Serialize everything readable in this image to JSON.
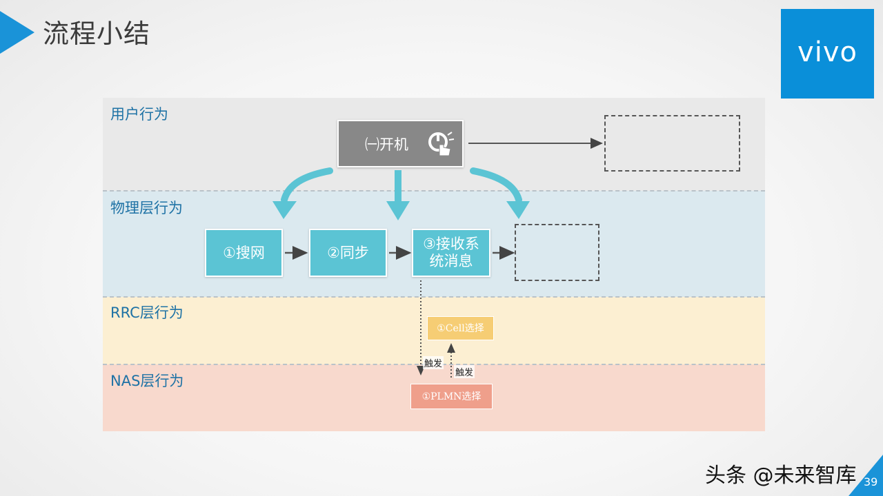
{
  "slide": {
    "title": "流程小结",
    "page_number": "39"
  },
  "logo": {
    "text": "vivo"
  },
  "bands": {
    "user": "用户行为",
    "physical": "物理层行为",
    "rrc": "RRC层行为",
    "nas": "NAS层行为"
  },
  "user_action": {
    "label": "㈠开机",
    "icon": "power-touch-icon"
  },
  "physical_steps": [
    {
      "label": "①搜网"
    },
    {
      "label": "②同步"
    },
    {
      "label": "③接收系统消息"
    }
  ],
  "rrc_step": {
    "label": "①Cell选择"
  },
  "nas_step": {
    "label": "①PLMN选择"
  },
  "triggers": {
    "down": "触发",
    "up": "触发"
  },
  "watermark": "头条 @未来智库",
  "colors": {
    "accent_blue": "#1a93d8",
    "user_button": "#888888",
    "phy_step": "#5bc4d4",
    "rrc_step": "#f6cd74",
    "nas_step": "#ef9f8b",
    "curve_arrow": "#5bc4d4"
  }
}
